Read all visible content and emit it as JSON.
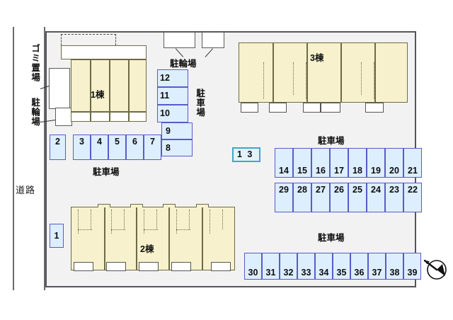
{
  "plan": {
    "road_label": "道路",
    "site_labels": {
      "garbage_area": "ゴミ置場",
      "bicycle_area_left": "駐輪場",
      "bicycle_area_top": "駐輪場",
      "parking_bottom_left": "駐車場",
      "parking_right_column": "駐車場",
      "parking_middle": "駐車場",
      "parking_bottom": "駐車場"
    },
    "buildings": [
      {
        "id": "bldg-1",
        "label": "1棟",
        "units": 4
      },
      {
        "id": "bldg-2",
        "label": "2棟",
        "units": 5
      },
      {
        "id": "bldg-3",
        "label": "3棟",
        "units": 5
      }
    ],
    "parking": {
      "single_left_lower": [
        "1"
      ],
      "single_left_upper": [
        "2"
      ],
      "row_3_7": [
        "3",
        "4",
        "5",
        "6",
        "7"
      ],
      "column_8_9": [
        "9",
        "8"
      ],
      "column_10_12": [
        "12",
        "11",
        "10"
      ],
      "highlighted": "1 3",
      "row_14_21": [
        "14",
        "15",
        "16",
        "17",
        "18",
        "19",
        "20",
        "21"
      ],
      "row_29_22": [
        "29",
        "28",
        "27",
        "26",
        "25",
        "24",
        "23",
        "22"
      ],
      "row_30_39": [
        "30",
        "31",
        "32",
        "33",
        "34",
        "35",
        "36",
        "37",
        "38",
        "39"
      ]
    },
    "compass": "north-arrow"
  },
  "colors": {
    "building_fill": "#f7f2cd",
    "building_stroke": "#6d6a45",
    "stall_fill": "#ddeeff",
    "stall_stroke": "#5a5ac8",
    "highlight_stroke": "#3fa7c4",
    "site_bg": "#f2f2f2",
    "site_stroke": "#55565a"
  }
}
